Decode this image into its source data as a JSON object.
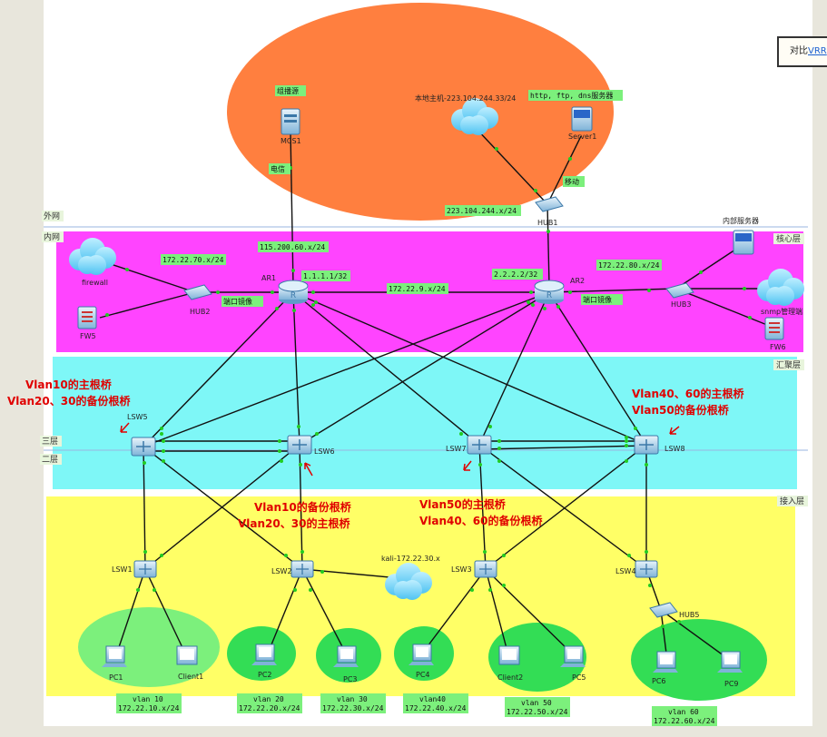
{
  "zones": {
    "outer": "外网",
    "inner": "内网",
    "core": "核心层",
    "aggregation": "汇聚层",
    "access": "接入层",
    "layer3": "三层",
    "layer2": "二层"
  },
  "devices": {
    "mcs1": "MCS1",
    "local_host": "本地主机-223.104.244.33/24",
    "server1": "Server1",
    "hub1": "HUB1",
    "ar1": "AR1",
    "ar2": "AR2",
    "hub2": "HUB2",
    "hub3": "HUB3",
    "firewall": "firewall",
    "fw5": "FW5",
    "fw6": "FW6",
    "snmp": "snmp管理端",
    "inner_server": "内部服务器",
    "lsw5": "LSW5",
    "lsw6": "LSW6",
    "lsw7": "LSW7",
    "lsw8": "LSW8",
    "lsw1": "LSW1",
    "lsw2": "LSW2",
    "lsw3": "LSW3",
    "lsw4": "LSW4",
    "kali": "kali-172.22.30.x",
    "hub5": "HUB5",
    "pc1": "PC1",
    "client1": "Client1",
    "pc2": "PC2",
    "pc3": "PC3",
    "pc4": "PC4",
    "client2": "Client2",
    "pc5": "PC5",
    "pc6": "PC6",
    "pc9": "PC9"
  },
  "tags": {
    "multicast_src": "组播源",
    "telecom": "电信",
    "http_server": "http, ftp, dns服务器",
    "mobile": "移动",
    "net_223": "223.104.244.x/24",
    "net_115": "115.200.60.x/24",
    "lo_ar1": "1.1.1.1/32",
    "lo_ar2": "2.2.2.2/32",
    "net_172_70": "172.22.70.x/24",
    "net_172_80": "172.22.80.x/24",
    "net_172_9": "172.22.9.x/24",
    "mirror1": "端口镜像",
    "mirror2": "端口镜像",
    "vlan10_a": "vlan 10",
    "vlan10_b": "172.22.10.x/24",
    "vlan20_a": "vlan 20",
    "vlan20_b": "172.22.20.x/24",
    "vlan30_a": "vlan 30",
    "vlan30_b": "172.22.30.x/24",
    "vlan40_a": "vlan40",
    "vlan40_b": "172.22.40.x/24",
    "vlan50_a": "vlan 50",
    "vlan50_b": "172.22.50.x/24",
    "vlan60_a": "vlan 60",
    "vlan60_b": "172.22.60.x/24"
  },
  "notes": {
    "n1a": "Vlan10的主根桥",
    "n1b": "Vlan20、30的备份根桥",
    "n2a": "Vlan40、60的主根桥",
    "n2b": "Vlan50的备份根桥",
    "n3a": "Vlan10的备份根桥",
    "n3b": "Vlan20、30的主根桥",
    "n4a": "Vlan50的主根桥",
    "n4b": "Vlan40、60的备份根桥"
  },
  "tooltip": {
    "prefix": "对比",
    "link": "VRR"
  },
  "colors": {
    "orange_cloud": "#ff7f3f",
    "core_zone": "#ff44ff",
    "agg_zone": "#7ef7f7",
    "access_zone": "#ffff66",
    "vlan_green": "#33dd55",
    "vlan_light": "#7cf07c",
    "annotation_red": "#e00000"
  }
}
